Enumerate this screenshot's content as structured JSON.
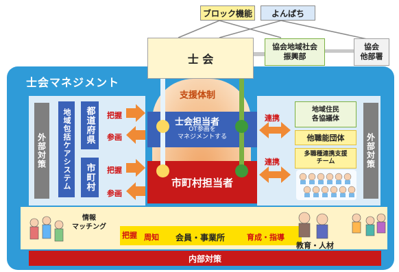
{
  "top": {
    "block_label": "ブロック機能",
    "yonpachi_label": "よんぱち",
    "shikai_label": "士 会",
    "regional_dept_label": "協会地域社会\n振興部",
    "other_dept_label": "協会\n他部署"
  },
  "panel": {
    "title": "士会マネジメント",
    "support_label": "支援体制"
  },
  "left": {
    "external_label": "外部対策",
    "care_system_label": "地域包括ケアシステム",
    "pref_label": "都道府県",
    "city_label": "市町村",
    "grasp_label_1": "把握",
    "participate_label_1": "参画",
    "grasp_label_2": "把握",
    "participate_label_2": "参画"
  },
  "center": {
    "officer_title": "士会担当者",
    "officer_sub": "OT参画を\nマネジメントする",
    "city_officer": "市町村担当者"
  },
  "right": {
    "external_label": "外部対策",
    "coop_label_1": "連携",
    "coop_label_2": "連携",
    "residents_label": "地域住民\n各協議体",
    "other_prof_label": "他職能団体",
    "multi_prof_label": "多職種連携支援\nチーム"
  },
  "bottom": {
    "info_matching": "情報\nマッチング",
    "grasp": "把握",
    "notify": "周知",
    "members": "会員・事業所",
    "train": "育成・指導",
    "education": "教育・人材",
    "internal": "内部対策"
  },
  "colors": {
    "panel_blue": "#2f9bd8",
    "inner_blue": "#dcecf8",
    "officer_blue": "#3a62b8",
    "red": "#c81919",
    "yellow": "#ffe000",
    "orange": "#f08a35",
    "grey": "#808080",
    "green_box": "#ecf5d6",
    "green_dot": "#3e9a3a",
    "cream": "#fff3c8"
  }
}
